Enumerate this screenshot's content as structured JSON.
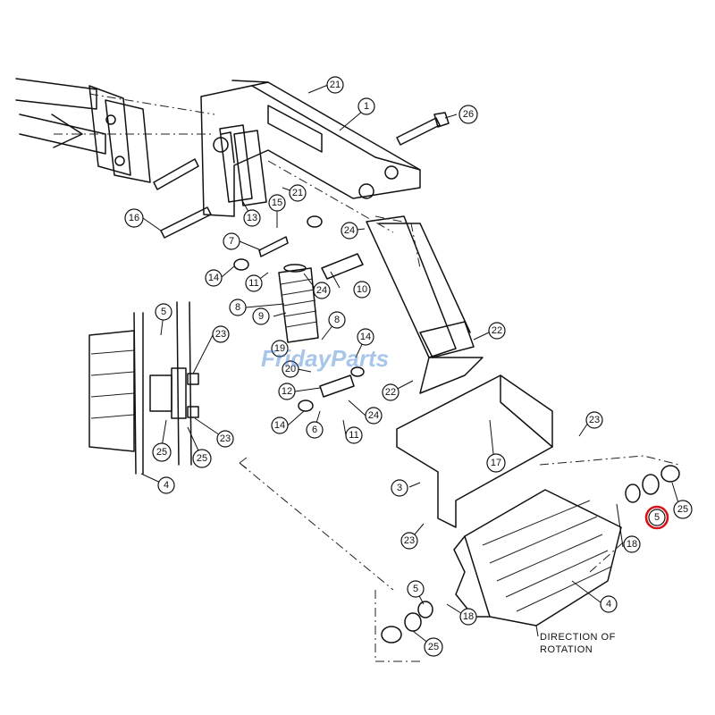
{
  "watermark": {
    "text": "FridayParts",
    "color": "#3d7fd0"
  },
  "highlight": {
    "callout": "5",
    "color": "#d8121b"
  },
  "notes": {
    "rotation_line1": "DIRECTION OF",
    "rotation_line2": "ROTATION"
  },
  "callouts": [
    "21",
    "1",
    "26",
    "16",
    "13",
    "21",
    "15",
    "7",
    "14",
    "11",
    "24",
    "8",
    "10",
    "24",
    "9",
    "5",
    "23",
    "8",
    "14",
    "19",
    "20",
    "12",
    "22",
    "14",
    "6",
    "24",
    "11",
    "22",
    "23",
    "3",
    "17",
    "25",
    "23",
    "25",
    "4",
    "25",
    "5",
    "18",
    "23",
    "4",
    "5",
    "18",
    "25"
  ]
}
